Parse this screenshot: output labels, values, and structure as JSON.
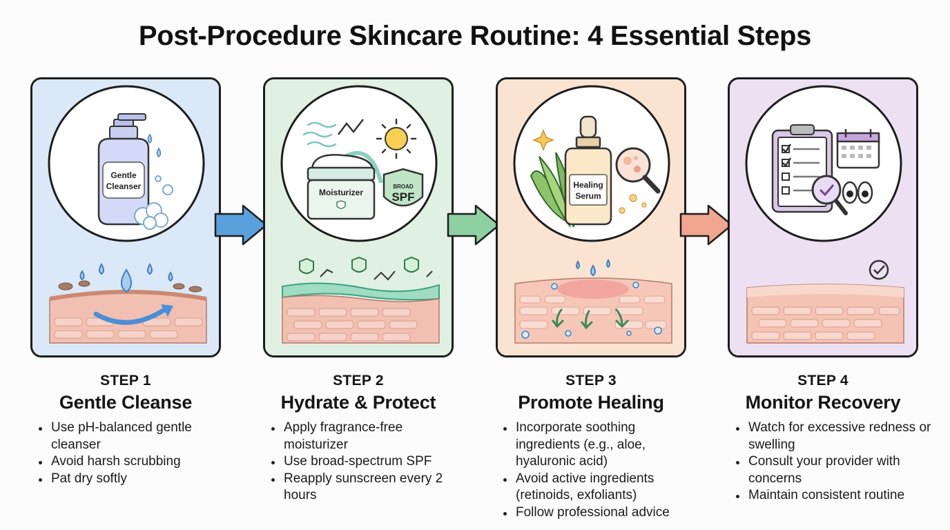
{
  "title": "Post-Procedure Skincare Routine: 4 Essential Steps",
  "colors": {
    "step1_bg": "#dbe8f7",
    "step2_bg": "#e0f0e2",
    "step3_bg": "#fbe3d2",
    "step4_bg": "#ece0f2",
    "arrow1": "#5aa0dc",
    "arrow2": "#8ed0a2",
    "arrow3": "#f0a68e"
  },
  "steps": [
    {
      "label": "STEP 1",
      "title": "Gentle Cleanse",
      "illustration_text": [
        "Gentle",
        "Cleanser"
      ],
      "bullets": [
        "Use pH-balanced gentle cleanser",
        "Avoid harsh scrubbing",
        "Pat dry softly"
      ]
    },
    {
      "label": "STEP 2",
      "title": "Hydrate & Protect",
      "illustration_text": [
        "Moisturizer",
        "BROAD",
        "SPF"
      ],
      "bullets": [
        "Apply fragrance-free moisturizer",
        "Use broad-spectrum SPF",
        "Reapply sunscreen every 2 hours"
      ]
    },
    {
      "label": "STEP 3",
      "title": "Promote Healing",
      "illustration_text": [
        "Healing",
        "Serum"
      ],
      "bullets": [
        "Incorporate soothing ingredients (e.g., aloe, hyaluronic acid)",
        "Avoid active ingredients (retinoids, exfoliants)",
        "Follow professional advice"
      ]
    },
    {
      "label": "STEP 4",
      "title": "Monitor Recovery",
      "illustration_text": [],
      "bullets": [
        "Watch for excessive redness or swelling",
        "Consult your provider with concerns",
        "Maintain consistent routine"
      ]
    }
  ]
}
